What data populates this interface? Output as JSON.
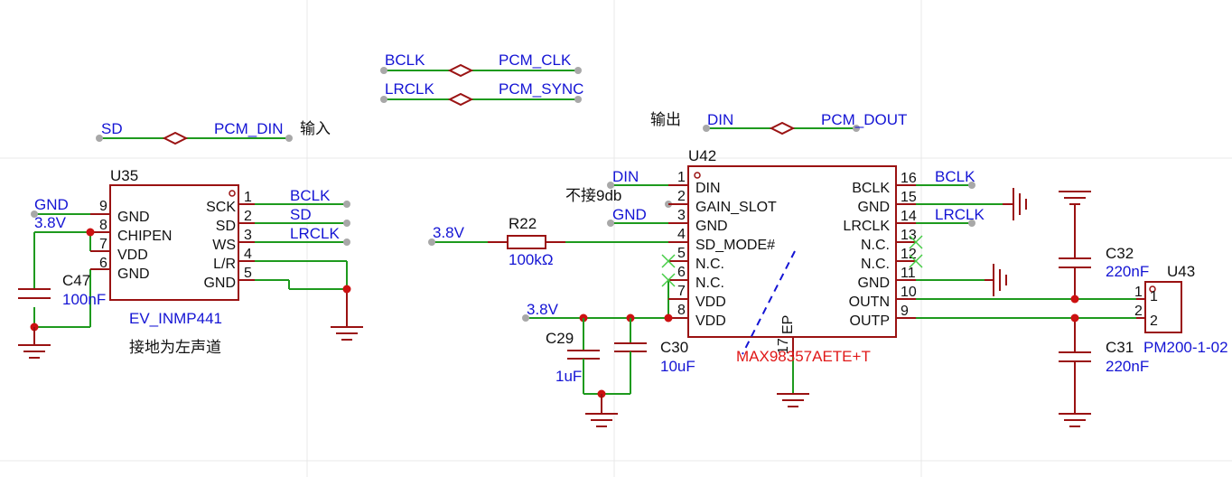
{
  "net_aliases": {
    "a1": {
      "left": "BCLK",
      "right": "PCM_CLK"
    },
    "a2": {
      "left": "LRCLK",
      "right": "PCM_SYNC"
    },
    "a3": {
      "left": "SD",
      "right": "PCM_DIN",
      "note": "输入"
    },
    "a4": {
      "left": "DIN",
      "right": "PCM_DOUT",
      "note": "输出"
    }
  },
  "u35": {
    "designator": "U35",
    "part": "EV_INMP441",
    "note": "接地为左声道",
    "pins_left": [
      {
        "num": "9",
        "name": "GND"
      },
      {
        "num": "8",
        "name": "CHIPEN"
      },
      {
        "num": "7",
        "name": "VDD"
      },
      {
        "num": "6",
        "name": "GND"
      }
    ],
    "pins_right": [
      {
        "num": "1",
        "name": "SCK"
      },
      {
        "num": "2",
        "name": "SD"
      },
      {
        "num": "3",
        "name": "WS"
      },
      {
        "num": "4",
        "name": "L/R"
      },
      {
        "num": "5",
        "name": "GND"
      }
    ],
    "nets_left": [
      "GND",
      "3.8V"
    ],
    "nets_right": [
      "BCLK",
      "SD",
      "LRCLK"
    ]
  },
  "c47": {
    "designator": "C47",
    "value": "100nF"
  },
  "u42": {
    "designator": "U42",
    "part": "MAX98357AETE+T",
    "ep_num": "17",
    "ep_name": "EP",
    "note": "不接9db",
    "pins_left": [
      {
        "num": "1",
        "name": "DIN"
      },
      {
        "num": "2",
        "name": "GAIN_SLOT"
      },
      {
        "num": "3",
        "name": "GND"
      },
      {
        "num": "4",
        "name": "SD_MODE#"
      },
      {
        "num": "5",
        "name": "N.C."
      },
      {
        "num": "6",
        "name": "N.C."
      },
      {
        "num": "7",
        "name": "VDD"
      },
      {
        "num": "8",
        "name": "VDD"
      }
    ],
    "pins_right": [
      {
        "num": "16",
        "name": "BCLK"
      },
      {
        "num": "15",
        "name": "GND"
      },
      {
        "num": "14",
        "name": "LRCLK"
      },
      {
        "num": "13",
        "name": "N.C."
      },
      {
        "num": "12",
        "name": "N.C."
      },
      {
        "num": "11",
        "name": "GND"
      },
      {
        "num": "10",
        "name": "OUTN"
      },
      {
        "num": "9",
        "name": "OUTP"
      }
    ],
    "nets_left": [
      "DIN",
      "GND"
    ],
    "nets_right": [
      "BCLK",
      "LRCLK"
    ]
  },
  "r22": {
    "designator": "R22",
    "value": "100kΩ",
    "net": "3.8V"
  },
  "vdd_net": "3.8V",
  "c29": {
    "designator": "C29",
    "value": "1uF"
  },
  "c30": {
    "designator": "C30",
    "value": "10uF"
  },
  "c32": {
    "designator": "C32",
    "value": "220nF"
  },
  "c31": {
    "designator": "C31",
    "value": "220nF"
  },
  "u43": {
    "designator": "U43",
    "part": "PM200-1-02",
    "pins": [
      {
        "num": "1"
      },
      {
        "num": "2"
      }
    ]
  },
  "colors": {
    "wire": "#1e9a1e",
    "symbol": "#9a1212",
    "net_label": "#1414d4",
    "junction": "#cc1111",
    "part_number": "#e01818",
    "no_connect": "#44cc44"
  }
}
